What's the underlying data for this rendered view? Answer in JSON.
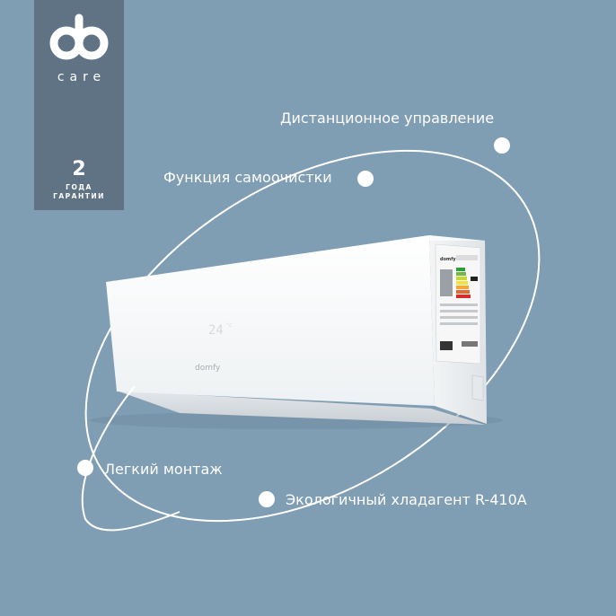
{
  "brand": {
    "sub_label": "care",
    "warranty_years": "2",
    "warranty_line1": "ГОДА",
    "warranty_line2": "ГАРАНТИИ"
  },
  "colors": {
    "background": "#7f9db3",
    "badge": "#5f7385",
    "accent": "#ffffff"
  },
  "features": [
    {
      "label": "Дистанционное управление"
    },
    {
      "label": "Функция самоочистки"
    },
    {
      "label": "Легкий монтаж"
    },
    {
      "label": "Экологичный хладагент R-410A"
    }
  ],
  "product": {
    "display_temp": "24",
    "logo_text": "domfy",
    "side_logo_text": "domfy"
  }
}
